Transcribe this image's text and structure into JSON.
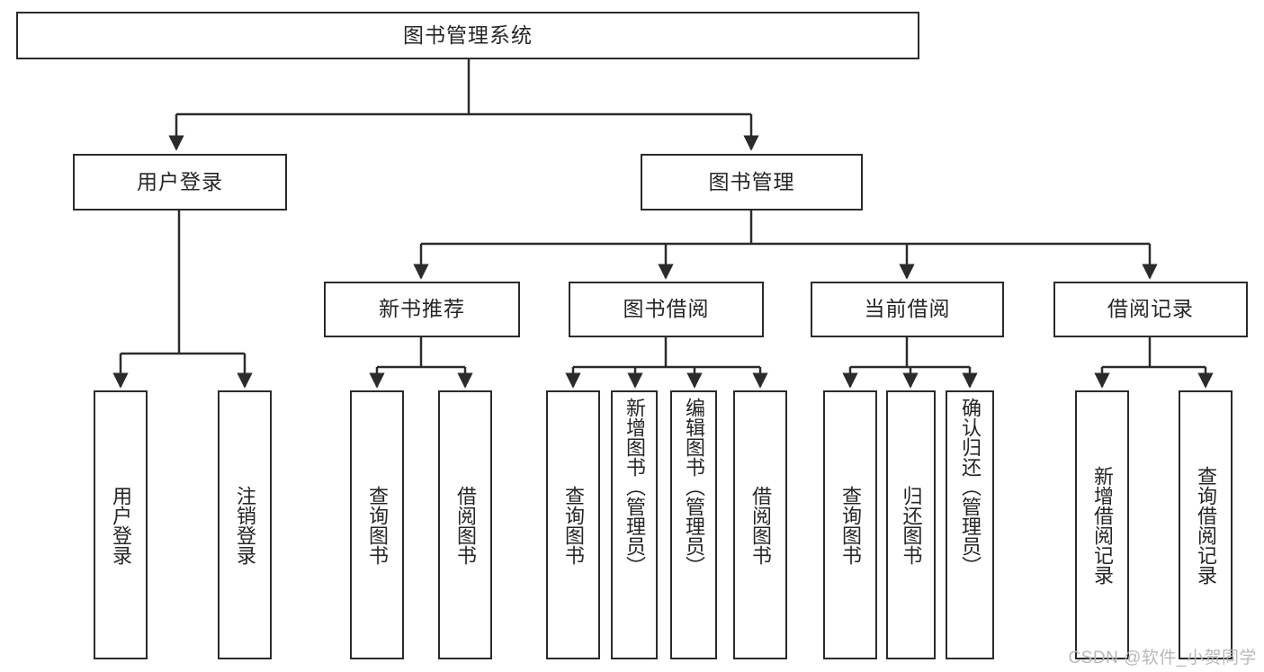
{
  "diagram": {
    "title": "图书管理系统",
    "type": "tree",
    "theme": {
      "background": "#ffffff",
      "box_border": "#2b2b2b",
      "box_fill": "#ffffff",
      "text": "#262626",
      "connector": "#2b2b2b",
      "watermark": "#b9b9b9"
    },
    "root": {
      "label": "图书管理系统"
    },
    "level2": [
      {
        "label": "用户登录"
      },
      {
        "label": "图书管理"
      }
    ],
    "level3": [
      {
        "label": "新书推荐"
      },
      {
        "label": "图书借阅"
      },
      {
        "label": "当前借阅"
      },
      {
        "label": "借阅记录"
      }
    ],
    "leaves": {
      "user_login": [
        {
          "label": "用户登录"
        },
        {
          "label": "注销登录"
        }
      ],
      "new_book_rec": [
        {
          "label": "查询图书"
        },
        {
          "label": "借阅图书"
        }
      ],
      "book_borrow": [
        {
          "label": "查询图书"
        },
        {
          "label": "新增图书（管理员）"
        },
        {
          "label": "编辑图书（管理员）"
        },
        {
          "label": "借阅图书"
        }
      ],
      "current_borrow": [
        {
          "label": "查询图书"
        },
        {
          "label": "归还图书"
        },
        {
          "label": "确认归还（管理员）"
        }
      ],
      "borrow_record": [
        {
          "label": "新增借阅记录"
        },
        {
          "label": "查询借阅记录"
        }
      ]
    },
    "watermark": "CSDN @软件_小贺同学"
  }
}
